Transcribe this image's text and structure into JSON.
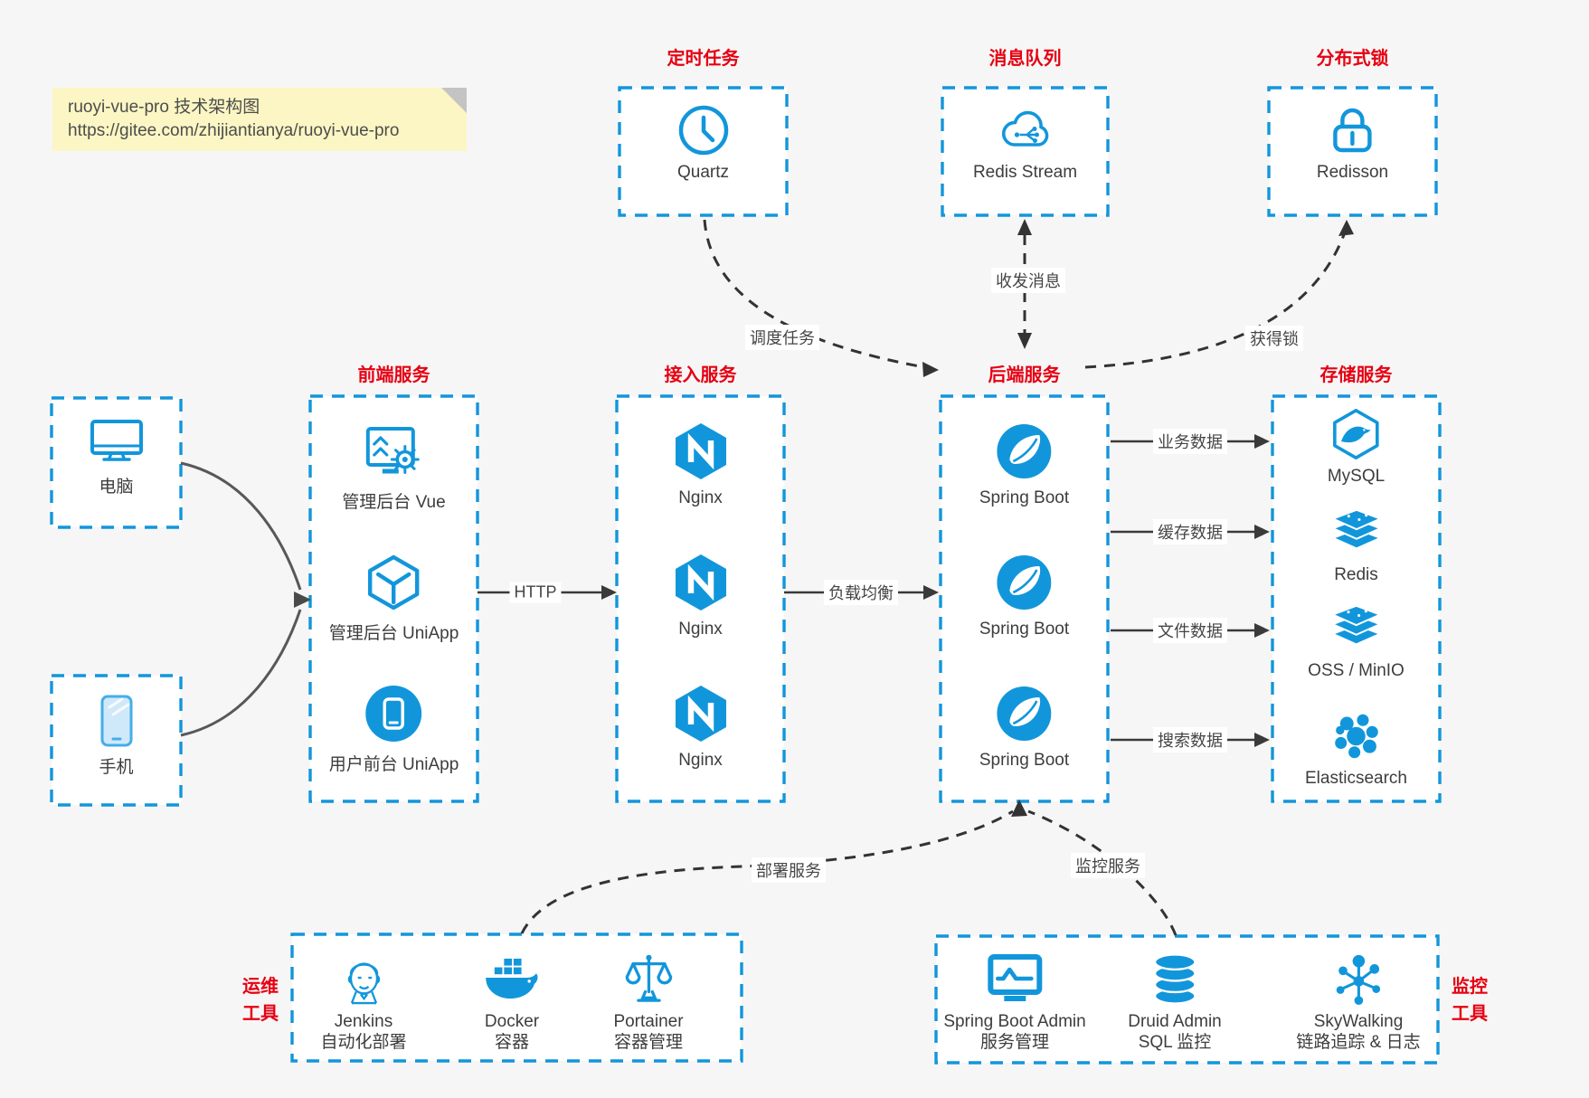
{
  "note": {
    "line1": "ruoyi-vue-pro 技术架构图",
    "line2": "https://gitee.com/zhijiantianya/ruoyi-vue-pro"
  },
  "colors": {
    "accent": "#1296db",
    "title_red": "#e60012",
    "background": "#f6f6f6",
    "note_yellow": "#fbf6c3"
  },
  "groups": {
    "scheduled": {
      "title": "定时任务",
      "item": {
        "label": "Quartz",
        "icon": "clock-icon"
      }
    },
    "mq": {
      "title": "消息队列",
      "item": {
        "label": "Redis Stream",
        "icon": "cloud-stream-icon"
      }
    },
    "lock": {
      "title": "分布式锁",
      "item": {
        "label": "Redisson",
        "icon": "lock-icon"
      }
    }
  },
  "clients": {
    "pc": {
      "label": "电脑",
      "icon": "desktop-icon"
    },
    "mobile": {
      "label": "手机",
      "icon": "mobile-icon"
    }
  },
  "columns": {
    "frontend": {
      "title": "前端服务",
      "items": [
        {
          "label": "管理后台 Vue",
          "icon": "admin-vue-icon"
        },
        {
          "label": "管理后台 UniApp",
          "icon": "uniapp-cube-icon"
        },
        {
          "label": "用户前台 UniApp",
          "icon": "user-app-icon"
        }
      ]
    },
    "gateway": {
      "title": "接入服务",
      "items": [
        {
          "label": "Nginx",
          "icon": "nginx-icon"
        },
        {
          "label": "Nginx",
          "icon": "nginx-icon"
        },
        {
          "label": "Nginx",
          "icon": "nginx-icon"
        }
      ]
    },
    "backend": {
      "title": "后端服务",
      "items": [
        {
          "label": "Spring Boot",
          "icon": "spring-icon"
        },
        {
          "label": "Spring Boot",
          "icon": "spring-icon"
        },
        {
          "label": "Spring Boot",
          "icon": "spring-icon"
        }
      ]
    },
    "storage": {
      "title": "存储服务",
      "items": [
        {
          "label": "MySQL",
          "icon": "mysql-icon"
        },
        {
          "label": "Redis",
          "icon": "redis-layers-icon"
        },
        {
          "label": "OSS / MinIO",
          "icon": "oss-layers-icon"
        },
        {
          "label": "Elasticsearch",
          "icon": "elasticsearch-icon"
        }
      ]
    }
  },
  "bottom": {
    "ops": {
      "side_title_line1": "运维",
      "side_title_line2": "工具",
      "items": [
        {
          "label": "Jenkins",
          "sublabel": "自动化部署",
          "icon": "jenkins-icon"
        },
        {
          "label": "Docker",
          "sublabel": "容器",
          "icon": "docker-icon"
        },
        {
          "label": "Portainer",
          "sublabel": "容器管理",
          "icon": "portainer-icon"
        }
      ]
    },
    "monitor": {
      "side_title_line1": "监控",
      "side_title_line2": "工具",
      "items": [
        {
          "label": "Spring Boot Admin",
          "sublabel": "服务管理",
          "icon": "sba-monitor-icon"
        },
        {
          "label": "Druid Admin",
          "sublabel": "SQL 监控",
          "icon": "druid-db-icon"
        },
        {
          "label": "SkyWalking",
          "sublabel": "链路追踪 & 日志",
          "icon": "skywalking-icon"
        }
      ]
    }
  },
  "edges": {
    "http": "HTTP",
    "load_balance": "负载均衡",
    "business": "业务数据",
    "cache": "缓存数据",
    "file": "文件数据",
    "search": "搜索数据",
    "schedule": "调度任务",
    "message": "收发消息",
    "acquire_lock": "获得锁",
    "deploy": "部署服务",
    "monitoring": "监控服务"
  }
}
